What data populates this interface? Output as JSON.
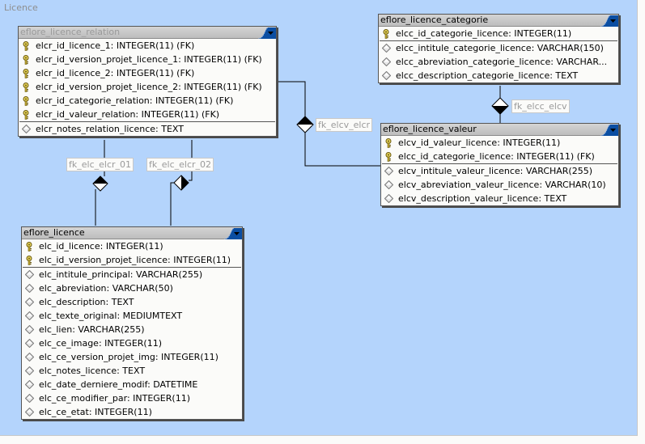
{
  "diagram": {
    "title": "Licence",
    "colors": {
      "canvas": "#b4d4fc",
      "table_bg": "#fbfbf9",
      "header_gray": "#c8c8c8",
      "header_accent": "#0b4ea2",
      "line": "#000000"
    }
  },
  "tables": {
    "relation": {
      "name": "eflore_licence_relation",
      "pk_fields": [
        {
          "icon": "key-icon",
          "text": "elcr_id_licence_1: INTEGER(11) (FK)"
        },
        {
          "icon": "key-icon",
          "text": "elcr_id_version_projet_licence_1: INTEGER(11) (FK)"
        },
        {
          "icon": "key-icon",
          "text": "elcr_id_licence_2: INTEGER(11) (FK)"
        },
        {
          "icon": "key-icon",
          "text": "elcr_id_version_projet_licence_2: INTEGER(11) (FK)"
        },
        {
          "icon": "key-icon",
          "text": "elcr_id_categorie_relation: INTEGER(11) (FK)"
        },
        {
          "icon": "key-icon",
          "text": "elcr_id_valeur_relation: INTEGER(11) (FK)"
        }
      ],
      "fields": [
        {
          "icon": "diamond-icon",
          "text": "elcr_notes_relation_licence: TEXT"
        }
      ]
    },
    "categorie": {
      "name": "eflore_licence_categorie",
      "pk_fields": [
        {
          "icon": "key-icon",
          "text": "elcc_id_categorie_licence: INTEGER(11)"
        }
      ],
      "fields": [
        {
          "icon": "diamond-icon",
          "text": "elcc_intitule_categorie_licence: VARCHAR(150)"
        },
        {
          "icon": "diamond-icon",
          "text": "elcc_abreviation_categorie_licence: VARCHAR..."
        },
        {
          "icon": "diamond-icon",
          "text": "elcc_description_categorie_licence: TEXT"
        }
      ]
    },
    "valeur": {
      "name": "eflore_licence_valeur",
      "pk_fields": [
        {
          "icon": "key-icon",
          "text": "elcv_id_valeur_licence: INTEGER(11)"
        },
        {
          "icon": "key-icon",
          "text": "elcc_id_categorie_licence: INTEGER(11) (FK)"
        }
      ],
      "fields": [
        {
          "icon": "diamond-icon",
          "text": "elcv_intitule_valeur_licence: VARCHAR(255)"
        },
        {
          "icon": "diamond-icon",
          "text": "elcv_abreviation_valeur_licence: VARCHAR(10)"
        },
        {
          "icon": "diamond-icon",
          "text": "elcv_description_valeur_licence: TEXT"
        }
      ]
    },
    "licence": {
      "name": "eflore_licence",
      "pk_fields": [
        {
          "icon": "key-icon",
          "text": "elc_id_licence: INTEGER(11)"
        },
        {
          "icon": "key-icon",
          "text": "elc_id_version_projet_licence: INTEGER(11)"
        }
      ],
      "fields": [
        {
          "icon": "diamond-icon",
          "text": "elc_intitule_principal: VARCHAR(255)"
        },
        {
          "icon": "diamond-icon",
          "text": "elc_abreviation: VARCHAR(50)"
        },
        {
          "icon": "diamond-icon",
          "text": "elc_description: TEXT"
        },
        {
          "icon": "diamond-icon",
          "text": "elc_texte_original: MEDIUMTEXT"
        },
        {
          "icon": "diamond-icon",
          "text": "elc_lien: VARCHAR(255)"
        },
        {
          "icon": "diamond-icon",
          "text": "elc_ce_image: INTEGER(11)"
        },
        {
          "icon": "diamond-icon",
          "text": "elc_ce_version_projet_img: INTEGER(11)"
        },
        {
          "icon": "diamond-icon",
          "text": "elc_notes_licence: TEXT"
        },
        {
          "icon": "diamond-icon",
          "text": "elc_date_derniere_modif: DATETIME"
        },
        {
          "icon": "diamond-icon",
          "text": "elc_ce_modifier_par: INTEGER(11)"
        },
        {
          "icon": "diamond-icon",
          "text": "elc_ce_etat: INTEGER(11)"
        }
      ]
    }
  },
  "relationships": [
    {
      "name": "fk_elc_elcr_01",
      "from": "eflore_licence",
      "to": "eflore_licence_relation"
    },
    {
      "name": "fk_elc_elcr_02",
      "from": "eflore_licence",
      "to": "eflore_licence_relation"
    },
    {
      "name": "fk_elcv_elcr",
      "from": "eflore_licence_valeur",
      "to": "eflore_licence_relation"
    },
    {
      "name": "fk_elcc_elcv",
      "from": "eflore_licence_categorie",
      "to": "eflore_licence_valeur"
    }
  ]
}
